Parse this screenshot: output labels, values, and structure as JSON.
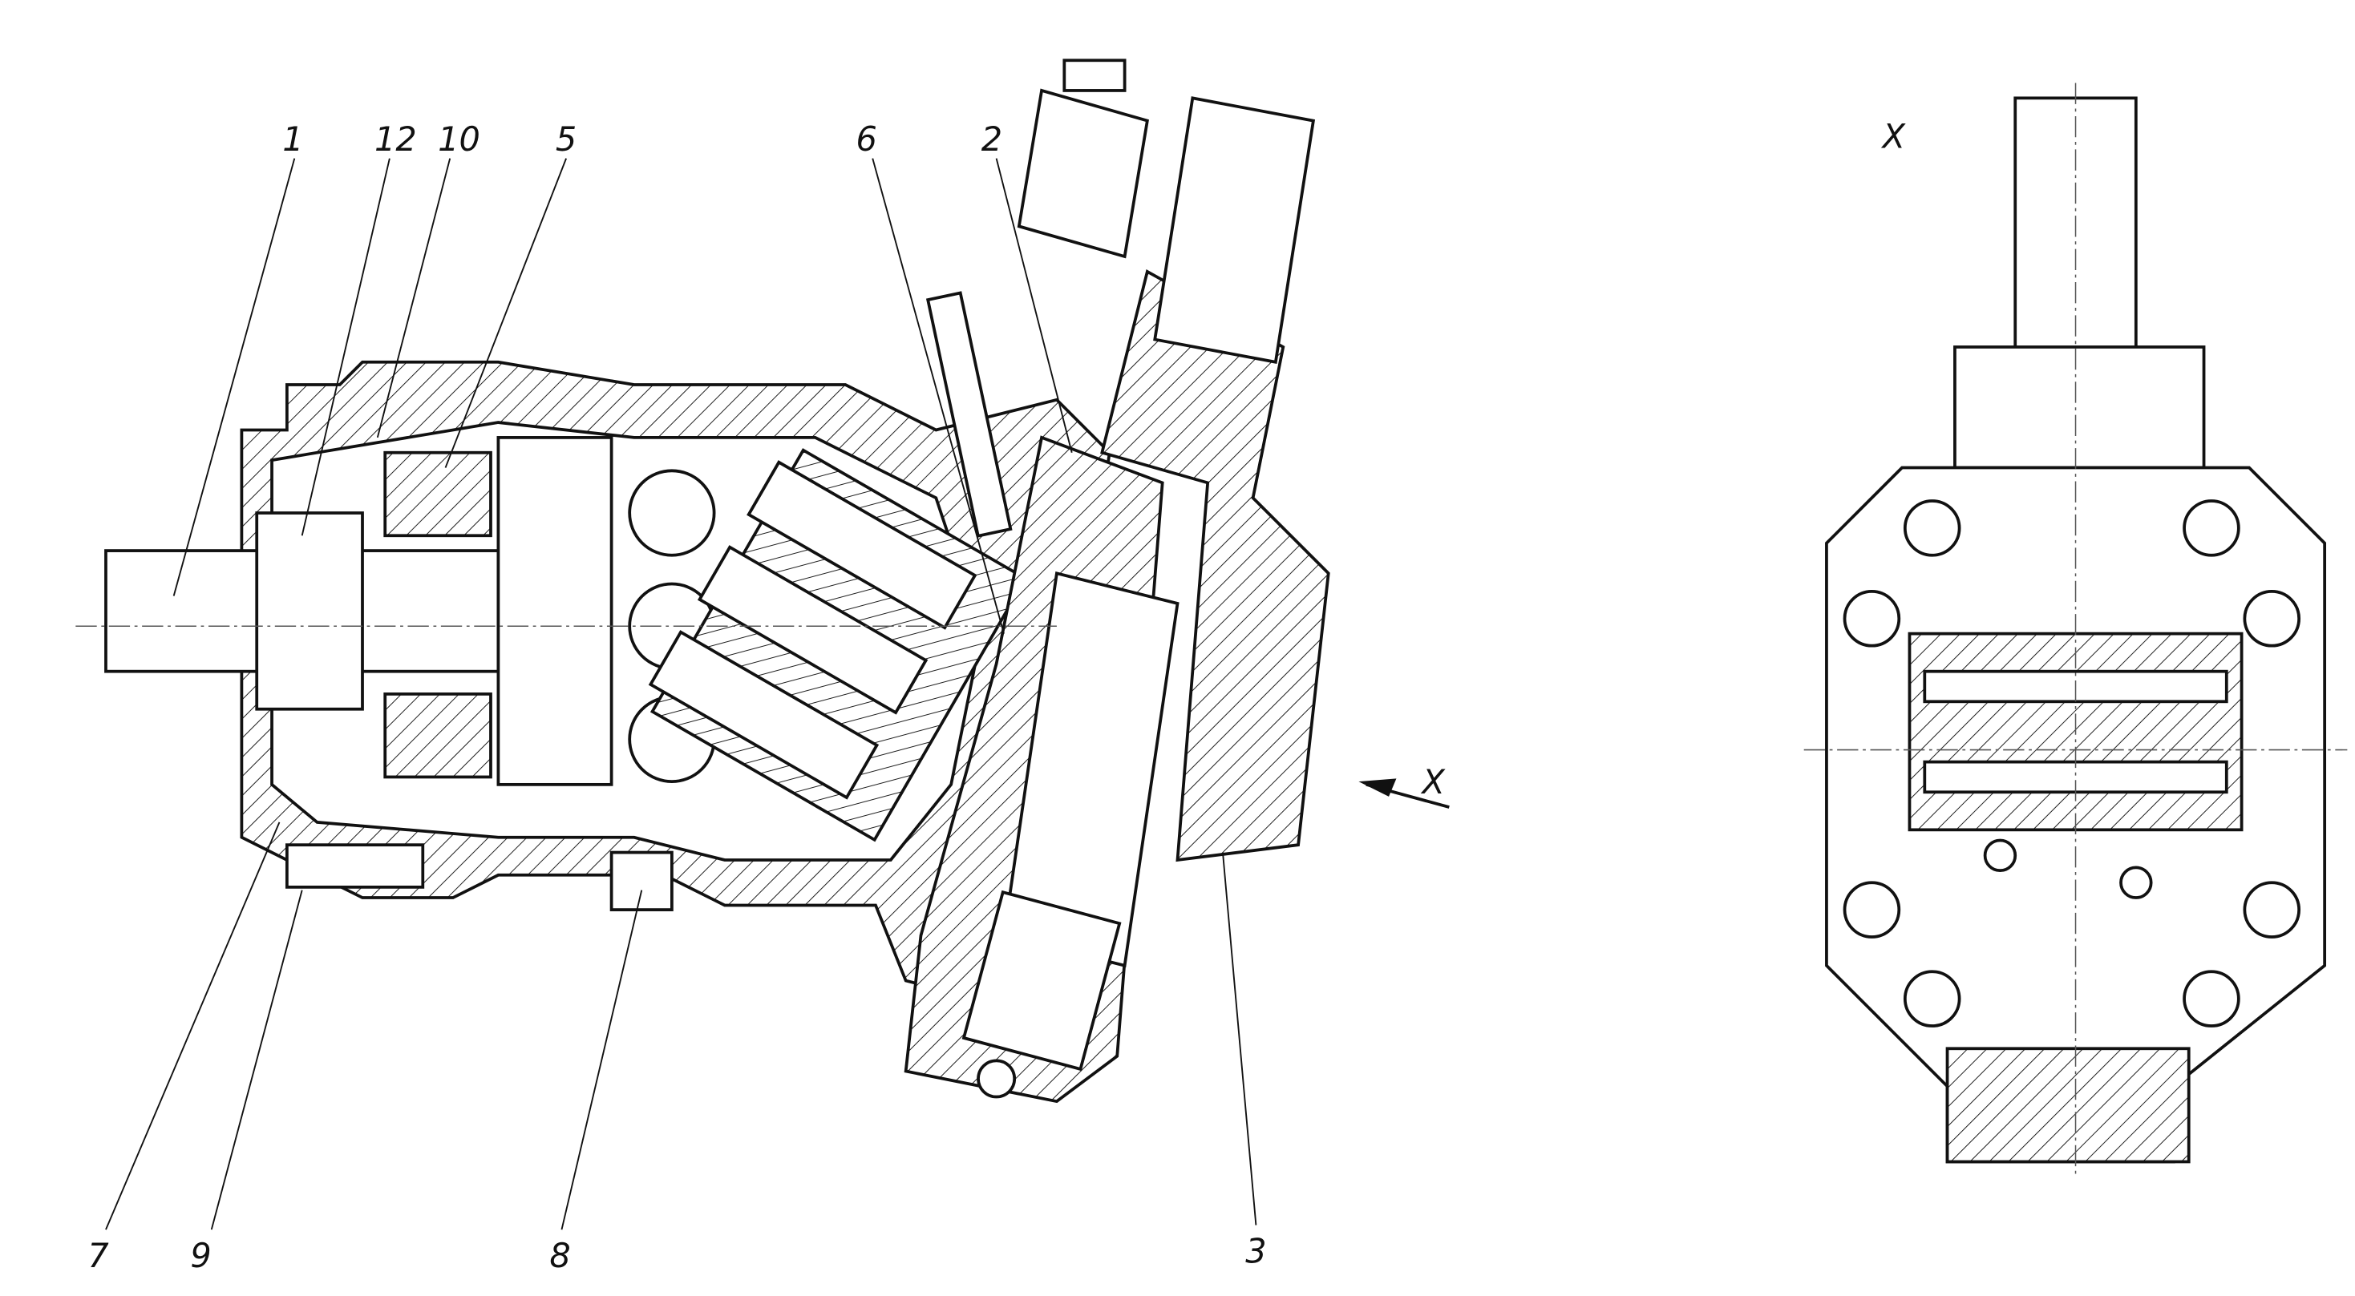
{
  "title": "Axial piston motor sectional drawing",
  "labels": {
    "p1": "1",
    "p12": "12",
    "p10": "10",
    "p5": "5",
    "p6": "6",
    "p2": "2",
    "p7": "7",
    "p9": "9",
    "p8": "8",
    "p3": "3",
    "view_arrow": "X",
    "view_title": "X"
  },
  "colors": {
    "line": "#111111",
    "background": "#ffffff"
  }
}
